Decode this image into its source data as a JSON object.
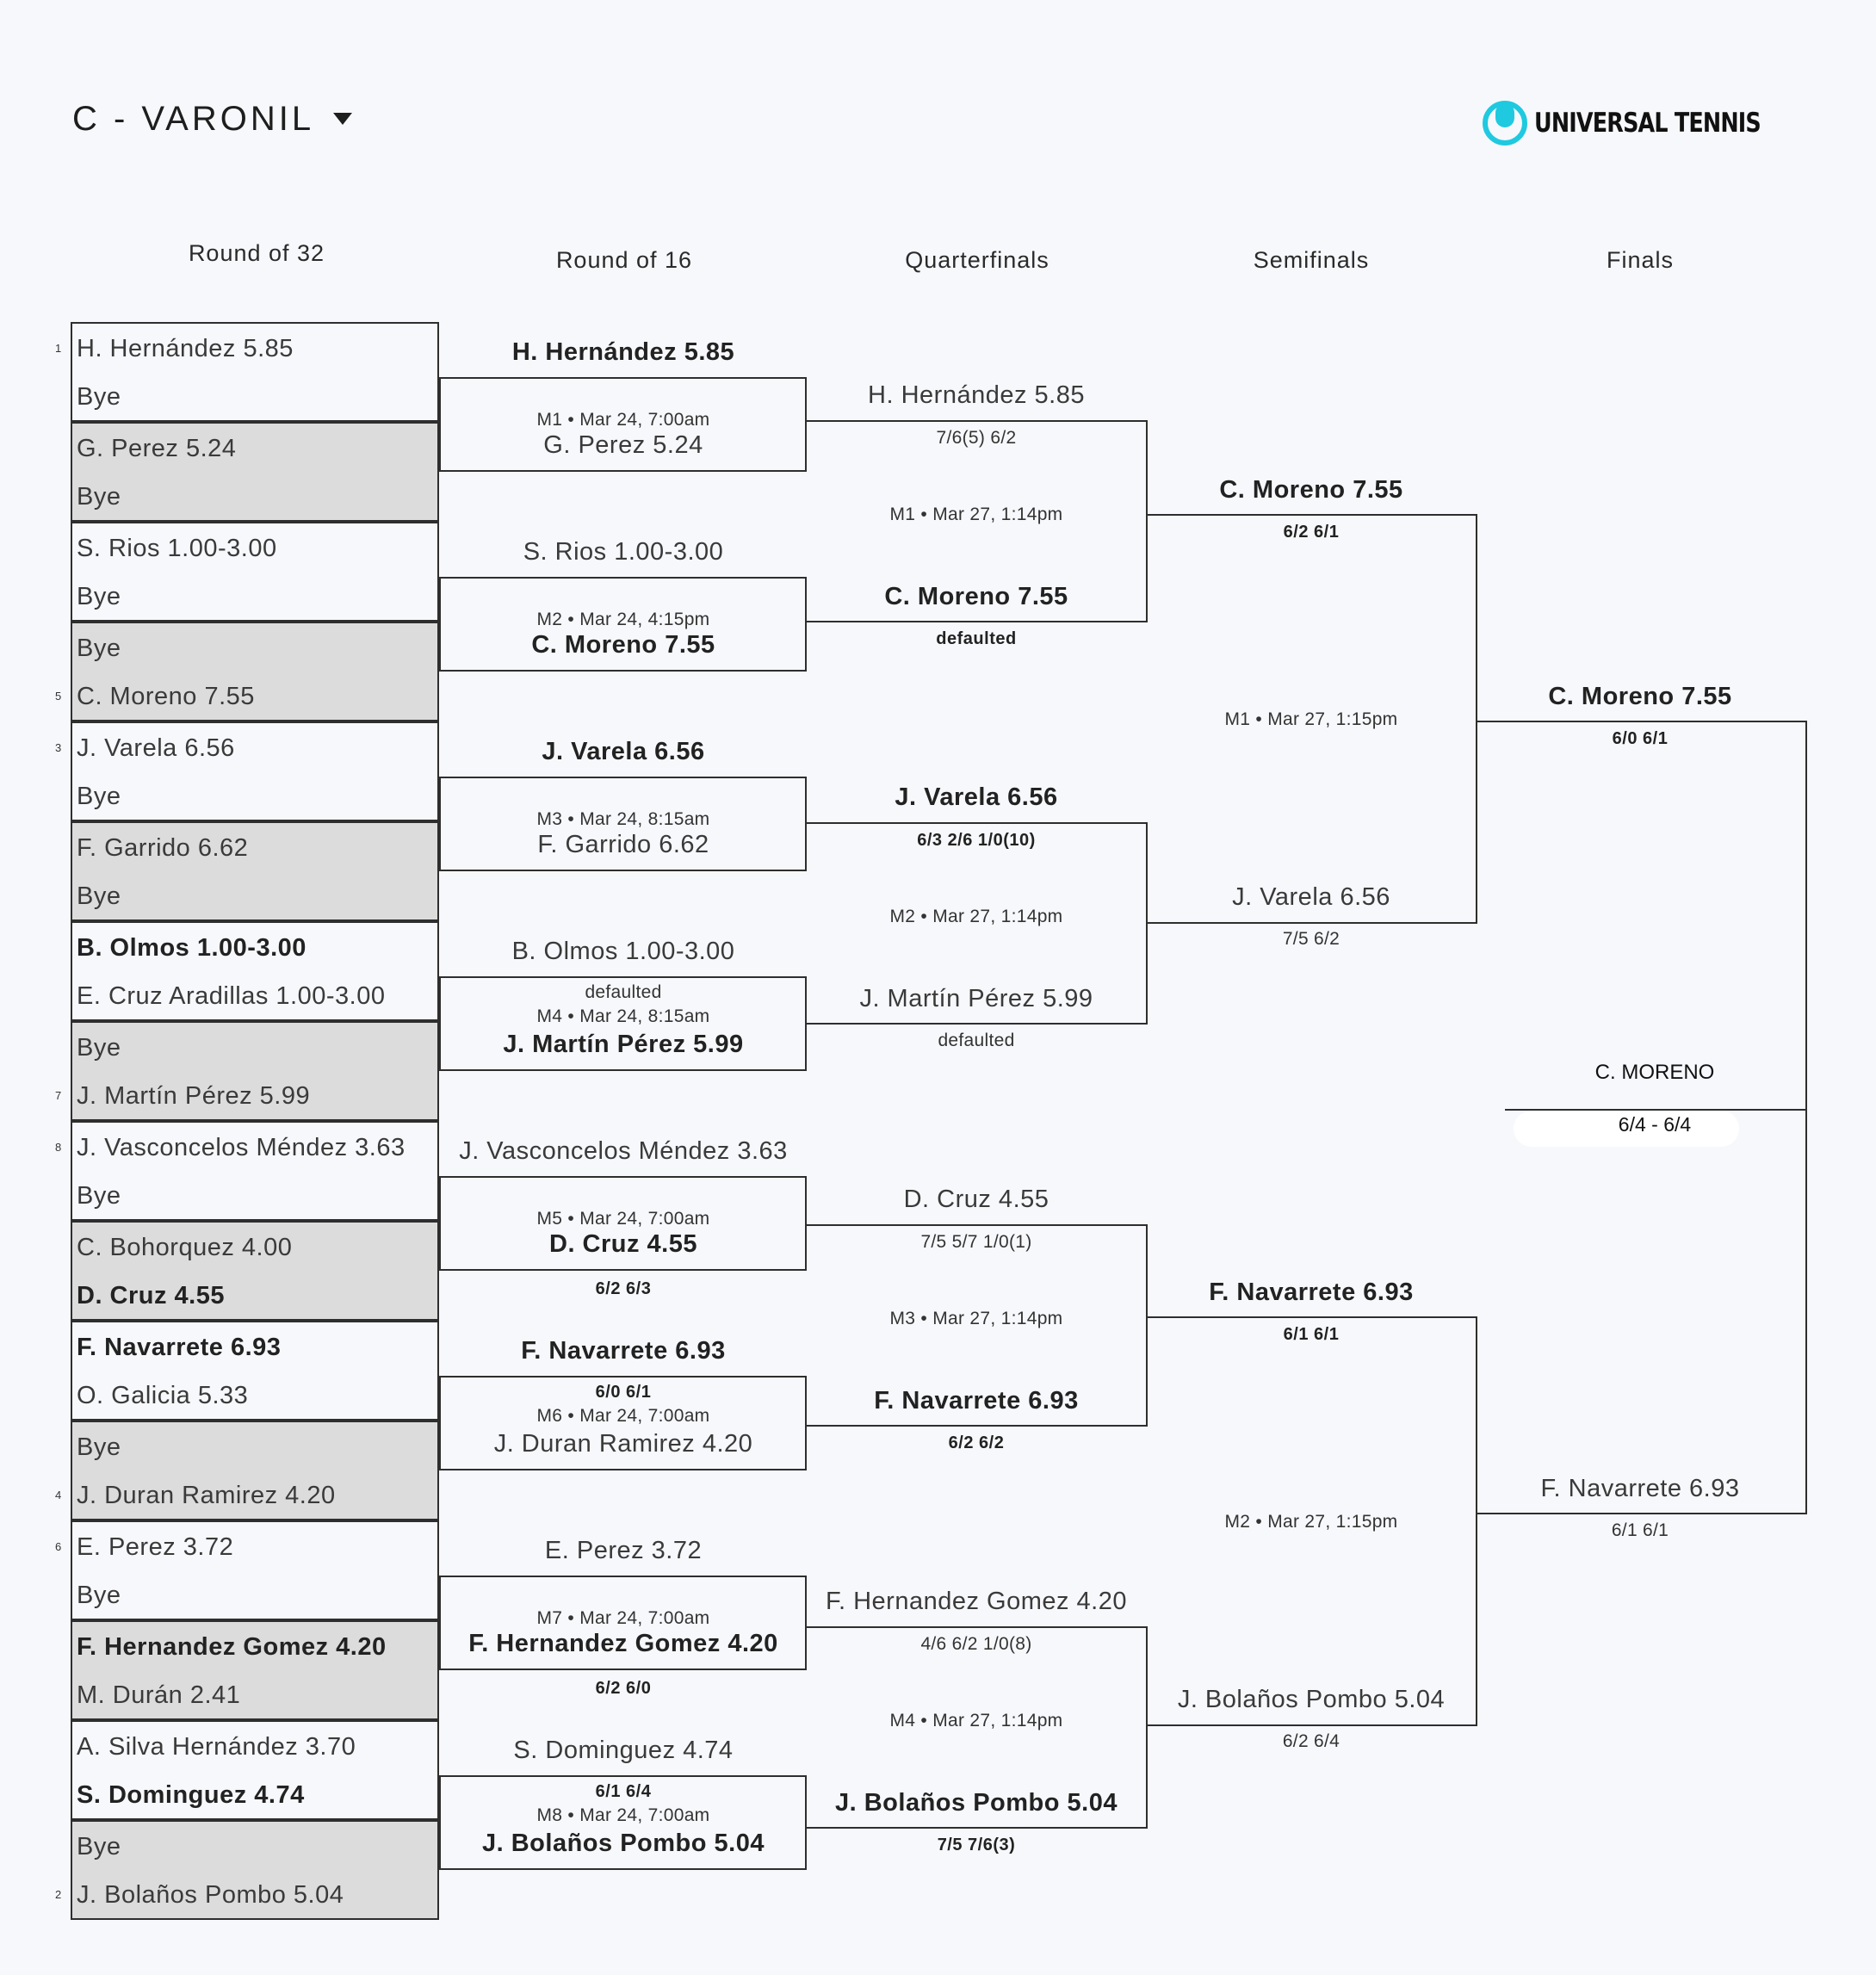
{
  "header": {
    "division": "C - VARONIL",
    "brand": "UNIVERSAL TENNIS",
    "brand_color": "#1fc9e0"
  },
  "rounds": [
    "Round of 32",
    "Round of 16",
    "Quarterfinals",
    "Semifinals",
    "Finals"
  ],
  "round_of_32": [
    {
      "seed": "1",
      "p1": "H. Hernández 5.85",
      "p2": "Bye",
      "winner": 0
    },
    {
      "seed": "",
      "p1": "G. Perez 5.24",
      "p2": "Bye",
      "winner": 0
    },
    {
      "seed": "",
      "p1": "S. Rios 1.00-3.00",
      "p2": "Bye",
      "winner": 0
    },
    {
      "seed": "5",
      "p1": "Bye",
      "p2": "C. Moreno 7.55",
      "winner": 0
    },
    {
      "seed": "3",
      "p1": "J. Varela 6.56",
      "p2": "Bye",
      "winner": 0
    },
    {
      "seed": "",
      "p1": "F. Garrido 6.62",
      "p2": "Bye",
      "winner": 0
    },
    {
      "seed": "",
      "p1": "B. Olmos 1.00-3.00",
      "p2": "E. Cruz Aradillas 1.00-3.00",
      "winner": 1
    },
    {
      "seed": "7",
      "p1": "Bye",
      "p2": "J. Martín Pérez 5.99",
      "winner": 0
    },
    {
      "seed": "8",
      "p1": "J. Vasconcelos Méndez 3.63",
      "p2": "Bye",
      "winner": 0
    },
    {
      "seed": "",
      "p1": "C. Bohorquez 4.00",
      "p2": "D. Cruz 4.55",
      "winner": 2
    },
    {
      "seed": "",
      "p1": "F. Navarrete 6.93",
      "p2": "O. Galicia 5.33",
      "winner": 1
    },
    {
      "seed": "4",
      "p1": "Bye",
      "p2": "J. Duran Ramirez 4.20",
      "winner": 0
    },
    {
      "seed": "6",
      "p1": "E. Perez 3.72",
      "p2": "Bye",
      "winner": 0
    },
    {
      "seed": "",
      "p1": "F. Hernandez Gomez 4.20",
      "p2": "M. Durán 2.41",
      "winner": 1
    },
    {
      "seed": "",
      "p1": "A. Silva Hernández 3.70",
      "p2": "S. Dominguez 4.74",
      "winner": 2
    },
    {
      "seed": "2",
      "p1": "Bye",
      "p2": "J. Bolaños Pombo 5.04",
      "winner": 0
    }
  ],
  "round_of_16": [
    {
      "p1": "H. Hernández 5.85",
      "p2": "G. Perez 5.24",
      "info": "M1 • Mar 24, 7:00am",
      "winner": 1,
      "score": "",
      "score_pos": ""
    },
    {
      "p1": "S. Rios 1.00-3.00",
      "p2": "C. Moreno 7.55",
      "info": "M2 • Mar 24, 4:15pm",
      "winner": 2,
      "score": "",
      "score_pos": ""
    },
    {
      "p1": "J. Varela 6.56",
      "p2": "F. Garrido 6.62",
      "info": "M3 • Mar 24, 8:15am",
      "winner": 1,
      "score": "",
      "score_pos": ""
    },
    {
      "p1": "B. Olmos 1.00-3.00",
      "p2": "J. Martín Pérez 5.99",
      "info": "M4 • Mar 24, 8:15am",
      "winner": 2,
      "score": "defaulted",
      "score_pos": "top"
    },
    {
      "p1": "J. Vasconcelos Méndez 3.63",
      "p2": "D. Cruz 4.55",
      "info": "M5 • Mar 24, 7:00am",
      "winner": 2,
      "score": "6/2 6/3",
      "score_pos": "bottom"
    },
    {
      "p1": "F. Navarrete 6.93",
      "p2": "J. Duran Ramirez 4.20",
      "info": "M6 • Mar 24, 7:00am",
      "winner": 1,
      "score": "6/0 6/1",
      "score_pos": "top"
    },
    {
      "p1": "E. Perez 3.72",
      "p2": "F. Hernandez Gomez 4.20",
      "info": "M7 • Mar 24, 7:00am",
      "winner": 2,
      "score": "6/2 6/0",
      "score_pos": "bottom"
    },
    {
      "p1": "S. Dominguez 4.74",
      "p2": "J. Bolaños Pombo 5.04",
      "info": "M8 • Mar 24, 7:00am",
      "winner": 2,
      "score": "6/1 6/4",
      "score_pos": "top"
    }
  ],
  "quarterfinals": [
    {
      "p1": "H. Hernández 5.85",
      "s1": "7/6(5) 6/2",
      "p2": "C. Moreno 7.55",
      "s2": "defaulted",
      "info": "M1 • Mar 27, 1:14pm",
      "winner": 2
    },
    {
      "p1": "J. Varela 6.56",
      "s1": "6/3 2/6 1/0(10)",
      "p2": "J. Martín Pérez 5.99",
      "s2": "defaulted",
      "info": "M2 • Mar 27, 1:14pm",
      "winner": 1
    },
    {
      "p1": "D. Cruz 4.55",
      "s1": "7/5 5/7 1/0(1)",
      "p2": "F. Navarrete 6.93",
      "s2": "6/2 6/2",
      "info": "M3 • Mar 27, 1:14pm",
      "winner": 2
    },
    {
      "p1": "F. Hernandez Gomez 4.20",
      "s1": "4/6 6/2 1/0(8)",
      "p2": "J. Bolaños Pombo 5.04",
      "s2": "7/5 7/6(3)",
      "info": "M4 • Mar 27, 1:14pm",
      "winner": 2
    }
  ],
  "semifinals": [
    {
      "p1": "C. Moreno 7.55",
      "s1": "6/2 6/1",
      "p2": "J. Varela 6.56",
      "s2": "7/5 6/2",
      "info": "M1 • Mar 27, 1:15pm",
      "winner": 1
    },
    {
      "p1": "F. Navarrete 6.93",
      "s1": "6/1 6/1",
      "p2": "J. Bolaños Pombo 5.04",
      "s2": "6/2 6/4",
      "info": "M2 • Mar 27, 1:15pm",
      "winner": 1
    }
  ],
  "finals": {
    "p1": "C. Moreno 7.55",
    "s1": "6/0 6/1",
    "p2": "F. Navarrete 6.93",
    "s2": "6/1 6/1",
    "winner": 1
  },
  "champion": {
    "name": "C. MORENO",
    "score": "6/4 - 6/4"
  }
}
